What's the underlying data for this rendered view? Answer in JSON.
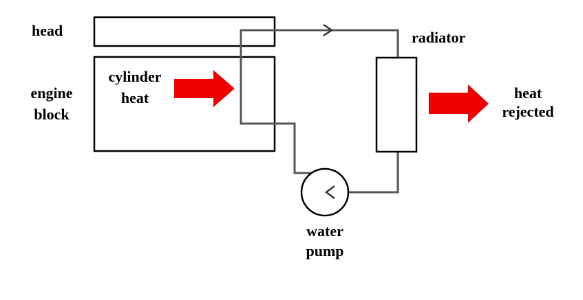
{
  "labels": {
    "head": "head",
    "engine_block_line1": "engine",
    "engine_block_line2": "block",
    "cylinder_heat_line1": "cylinder",
    "cylinder_heat_line2": "heat",
    "radiator": "radiator",
    "heat_rejected_line1": "heat",
    "heat_rejected_line2": "rejected",
    "water_pump_line1": "water",
    "water_pump_line2": "pump"
  },
  "colors": {
    "heat_arrow": "#ee0000",
    "line": "#555555",
    "outline": "#000000",
    "text": "#000000",
    "background": "#ffffff"
  },
  "icons": {
    "flow_direction": "chevron-right-icon",
    "pump_direction": "chevron-left-icon"
  }
}
